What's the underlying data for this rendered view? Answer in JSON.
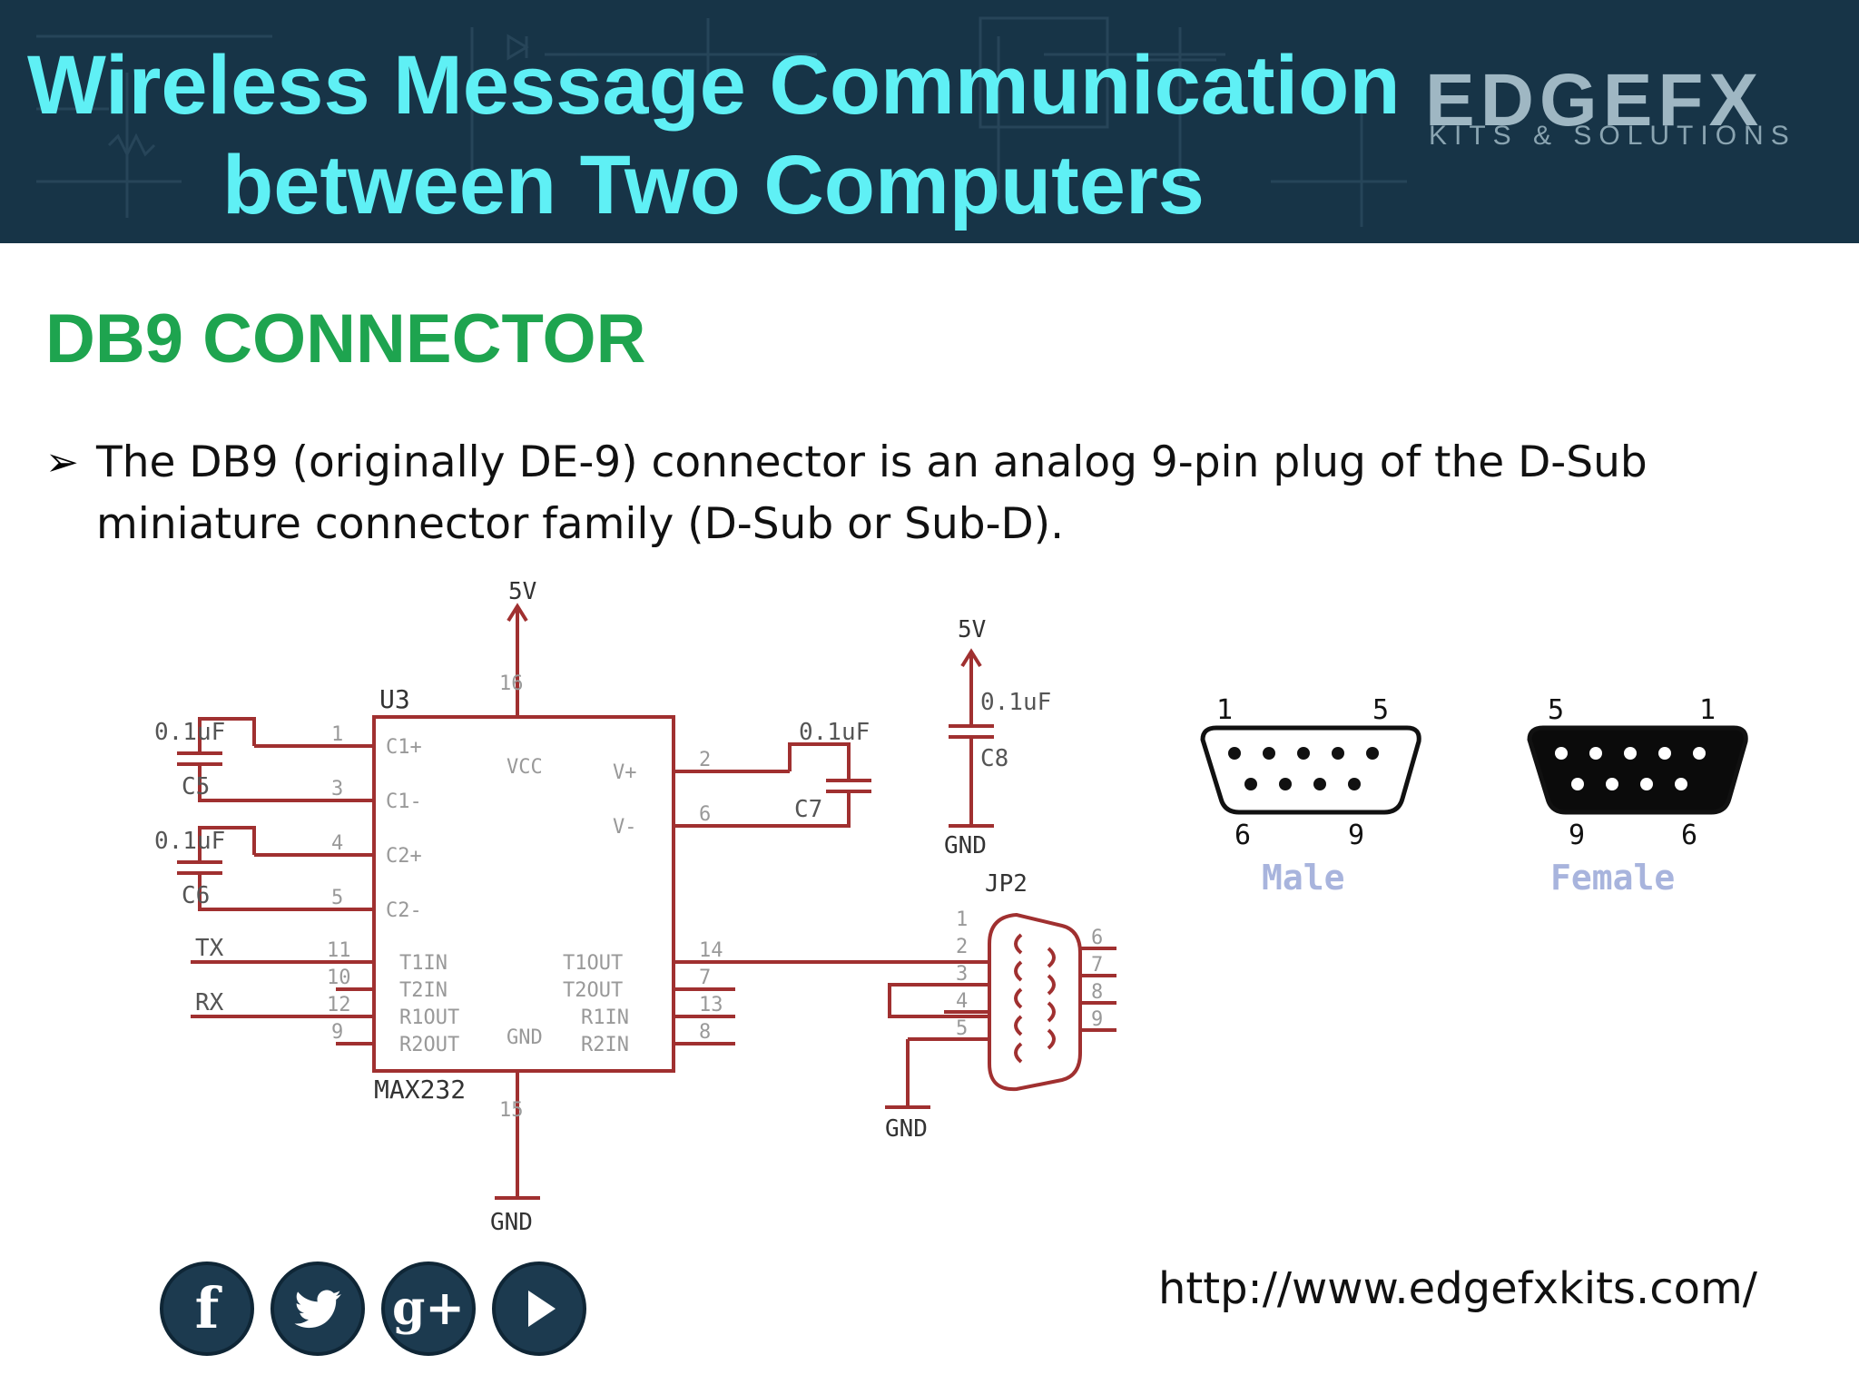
{
  "header": {
    "title_line_1": "Wireless Message Communication",
    "title_line_2": "between Two Computers",
    "brand": {
      "name": "EDGEFX",
      "tagline": "KITS & SOLUTIONS"
    },
    "background_color": "#173447",
    "title_color": "#5ff0f5"
  },
  "section": {
    "heading": "DB9 CONNECTOR",
    "heading_color": "#1ea44f"
  },
  "bullet": {
    "marker": "➢",
    "text": "The DB9 (originally DE-9) connector is an analog 9-pin plug of the D-Sub miniature connector family (D-Sub or Sub-D)."
  },
  "schematic": {
    "supply_labels": [
      "5V",
      "5V"
    ],
    "ground_label": "GND",
    "ic_ref": "U3",
    "ic_part": "MAX232",
    "jumper_ref": "JP2",
    "capacitors": [
      {
        "ref": "C5",
        "value": "0.1uF"
      },
      {
        "ref": "C6",
        "value": "0.1uF"
      },
      {
        "ref": "C7",
        "value": "0.1uF"
      },
      {
        "ref": "C8",
        "value": "0.1uF"
      }
    ],
    "ic_left_pins": [
      {
        "num": "1",
        "name": "C1+"
      },
      {
        "num": "3",
        "name": "C1-"
      },
      {
        "num": "4",
        "name": "C2+"
      },
      {
        "num": "5",
        "name": "C2-"
      },
      {
        "num": "11",
        "name": "T1IN"
      },
      {
        "num": "10",
        "name": "T2IN"
      },
      {
        "num": "12",
        "name": "R1OUT"
      },
      {
        "num": "9",
        "name": "R2OUT"
      }
    ],
    "ic_right_pins": [
      {
        "num": "2",
        "name": "V+"
      },
      {
        "num": "6",
        "name": "V-"
      },
      {
        "num": "14",
        "name": "T1OUT"
      },
      {
        "num": "7",
        "name": "T2OUT"
      },
      {
        "num": "13",
        "name": "R1IN"
      },
      {
        "num": "8",
        "name": "R2IN"
      }
    ],
    "ic_power_pins": {
      "vcc_num": "16",
      "vcc_name": "VCC",
      "gnd_num": "15",
      "gnd_name": "GND"
    },
    "signals": {
      "tx": "TX",
      "rx": "RX"
    },
    "db9_left_pins": [
      "1",
      "2",
      "3",
      "4",
      "5"
    ],
    "db9_right_pins": [
      "6",
      "7",
      "8",
      "9"
    ],
    "wire_color": "#a03030"
  },
  "connectors": {
    "male": {
      "label": "Male",
      "top_left": "1",
      "top_right": "5",
      "bottom_left": "6",
      "bottom_right": "9"
    },
    "female": {
      "label": "Female",
      "top_left": "5",
      "top_right": "1",
      "bottom_left": "9",
      "bottom_right": "6"
    },
    "label_color": "#a8b4dd"
  },
  "social": [
    {
      "name": "facebook-icon",
      "glyph": "f"
    },
    {
      "name": "twitter-icon",
      "glyph": ""
    },
    {
      "name": "google-plus-icon",
      "glyph": "g+"
    },
    {
      "name": "youtube-icon",
      "glyph": ""
    }
  ],
  "footer": {
    "url": "http://www.edgefxkits.com/"
  }
}
